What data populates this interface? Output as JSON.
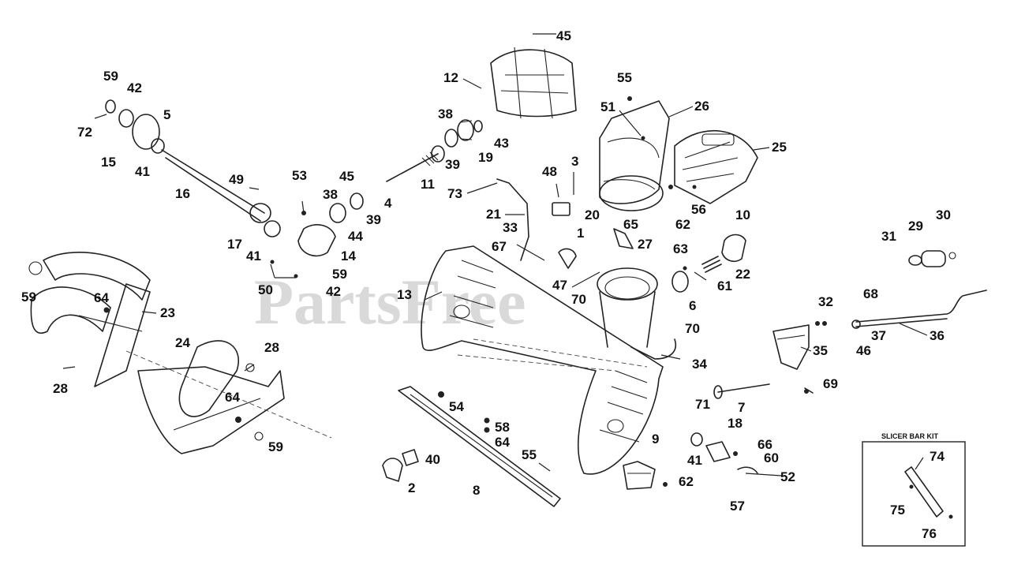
{
  "watermark": "PartsFree",
  "kit": {
    "title": "SLICER BAR KIT"
  },
  "labels": {
    "l45a": "45",
    "l12": "12",
    "l55a": "55",
    "l51": "51",
    "l26": "26",
    "l25": "25",
    "l59a": "59",
    "l42a": "42",
    "l5": "5",
    "l72": "72",
    "l15": "15",
    "l41a": "41",
    "l38a": "38",
    "l43": "43",
    "l19": "19",
    "l39a": "39",
    "l11": "11",
    "l45b": "45",
    "l4": "4",
    "l49": "49",
    "l16": "16",
    "l53": "53",
    "l38b": "38",
    "l39b": "39",
    "l44": "44",
    "l48": "48",
    "l3": "3",
    "l73": "73",
    "l20": "20",
    "l65": "65",
    "l62a": "62",
    "l56": "56",
    "l10": "10",
    "l21": "21",
    "l33": "33",
    "l1": "1",
    "l27": "27",
    "l67": "67",
    "l47": "47",
    "l63": "63",
    "l22": "22",
    "l61": "61",
    "l31": "31",
    "l29": "29",
    "l30": "30",
    "l17": "17",
    "l41b": "41",
    "l14": "14",
    "l59b": "59",
    "l50": "50",
    "l42b": "42",
    "l13": "13",
    "l70a": "70",
    "l6": "6",
    "l70b": "70",
    "l32": "32",
    "l68": "68",
    "l37": "37",
    "l36": "36",
    "l46": "46",
    "l35": "35",
    "l34": "34",
    "l59c": "59",
    "l64a": "64",
    "l23": "23",
    "l24": "24",
    "l28a": "28",
    "l28b": "28",
    "l64b": "64",
    "l59d": "59",
    "l54": "54",
    "l58": "58",
    "l64c": "64",
    "l40": "40",
    "l55b": "55",
    "l2": "2",
    "l8": "8",
    "l9": "9",
    "l71": "71",
    "l18": "18",
    "l7": "7",
    "l69": "69",
    "l66": "66",
    "l60": "60",
    "l52": "52",
    "l41c": "41",
    "l62b": "62",
    "l57": "57",
    "l74": "74",
    "l75": "75",
    "l76": "76"
  }
}
